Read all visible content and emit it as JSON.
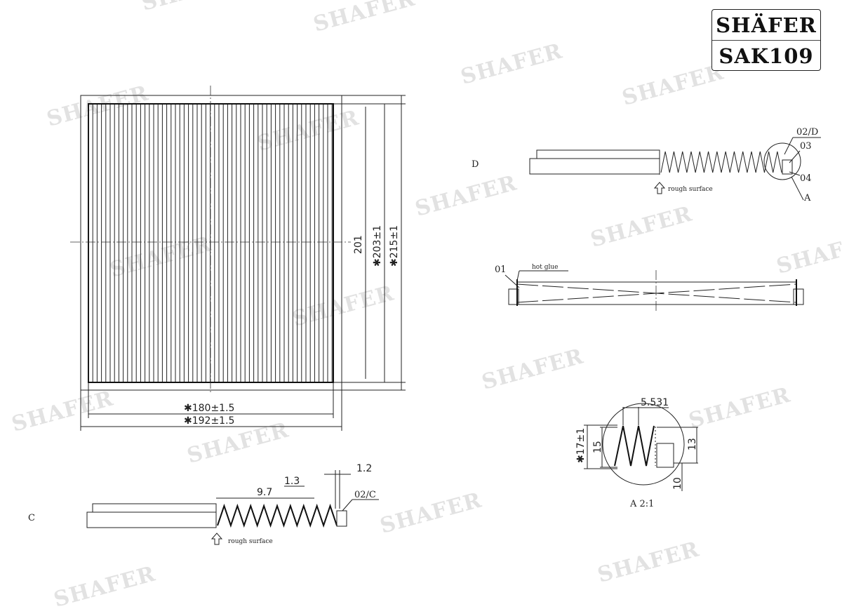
{
  "watermark": "SHAFER",
  "logo": {
    "brand": "SHÄFER",
    "part_number": "SAK109"
  },
  "front_view": {
    "dims": {
      "inner_height": "201",
      "height_203": "✱203±1",
      "height_215": "✱215±1",
      "width_180": "✱180±1.5",
      "width_192": "✱192±1.5"
    }
  },
  "section_c": {
    "label": "C",
    "dim_pitch": "9.7",
    "dim_1_3": "1.3",
    "dim_1_2": "1.2",
    "callout": "02/C",
    "note": "rough surface"
  },
  "section_d": {
    "label": "D",
    "callout_02": "02/D",
    "callout_03": "03",
    "callout_04": "04",
    "detail_ref": "A",
    "note": "rough surface"
  },
  "side_view": {
    "callout": "01",
    "note": "hot glue"
  },
  "detail_a": {
    "dim_5531": "5.531",
    "dim_17": "✱17±1",
    "dim_15": "15",
    "dim_13": "13",
    "dim_10": "10",
    "title": "A 2:1"
  }
}
